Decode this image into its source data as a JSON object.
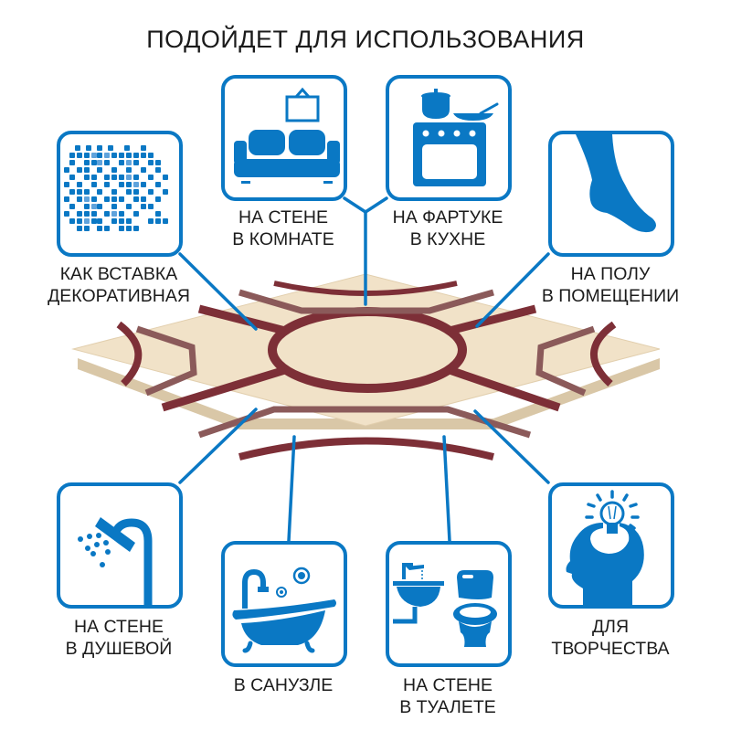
{
  "title": "ПОДОЙДЕТ ДЛЯ ИСПОЛЬЗОВАНИЯ",
  "colors": {
    "accent": "#0a78c4",
    "accent_light": "#5fa3dc",
    "tile_cream": "#f1e2c8",
    "tile_inlay": "#7d2f37",
    "text": "#1b1b1b"
  },
  "uses": [
    {
      "id": "decor-insert",
      "icon": "mosaic-icon",
      "line1": "КАК ВСТАВКА",
      "line2": "ДЕКОРАТИВНАЯ"
    },
    {
      "id": "room-wall",
      "icon": "sofa-icon",
      "line1": "НА СТЕНЕ",
      "line2": "В КОМНАТЕ"
    },
    {
      "id": "kitchen-backsplash",
      "icon": "stove-icon",
      "line1": "НА ФАРТУКЕ",
      "line2": "В КУХНЕ"
    },
    {
      "id": "indoor-floor",
      "icon": "foot-icon",
      "line1": "НА ПОЛУ",
      "line2": "В ПОМЕЩЕНИИ"
    },
    {
      "id": "shower-wall",
      "icon": "shower-icon",
      "line1": "НА СТЕНЕ",
      "line2": "В ДУШЕВОЙ"
    },
    {
      "id": "bathroom",
      "icon": "bathtub-icon",
      "line1": "В САНУЗЛЕ",
      "line2": ""
    },
    {
      "id": "toilet-wall",
      "icon": "toilet-sink-icon",
      "line1": "НА СТЕНЕ",
      "line2": "В ТУАЛЕТЕ"
    },
    {
      "id": "creativity",
      "icon": "head-lightbulb-icon",
      "line1": "ДЛЯ",
      "line2": "ТВОРЧЕСТВА"
    }
  ]
}
